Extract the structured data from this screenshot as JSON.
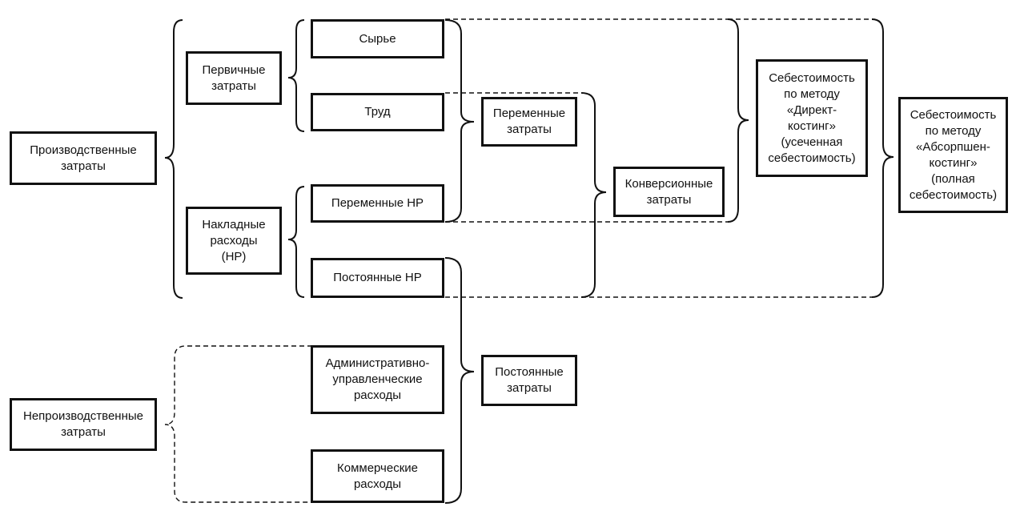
{
  "boxes": {
    "production_costs": "Производственные\nзатраты",
    "nonproduction_costs": "Непроизводственные\nзатраты",
    "primary_costs": "Первичные\nзатраты",
    "overhead": "Накладные\nрасходы\n(НР)",
    "raw_materials": "Сырье",
    "labor": "Труд",
    "variable_overhead": "Переменные НР",
    "fixed_overhead": "Постоянные НР",
    "admin_expenses": "Административно-\nуправленческие\nрасходы",
    "commercial_expenses": "Коммерческие\nрасходы",
    "variable_costs": "Переменные\nзатраты",
    "fixed_costs": "Постоянные\nзатраты",
    "conversion_costs": "Конверсионные\nзатраты",
    "direct_costing": "Себестоимость\nпо методу\n«Директ-\nкостинг»\n(усеченная\nсебестоимость)",
    "absorption_costing": "Себестоимость\nпо методу\n«Абсорпшен-\nкостинг»\n(полная\nсебестоимость)"
  }
}
